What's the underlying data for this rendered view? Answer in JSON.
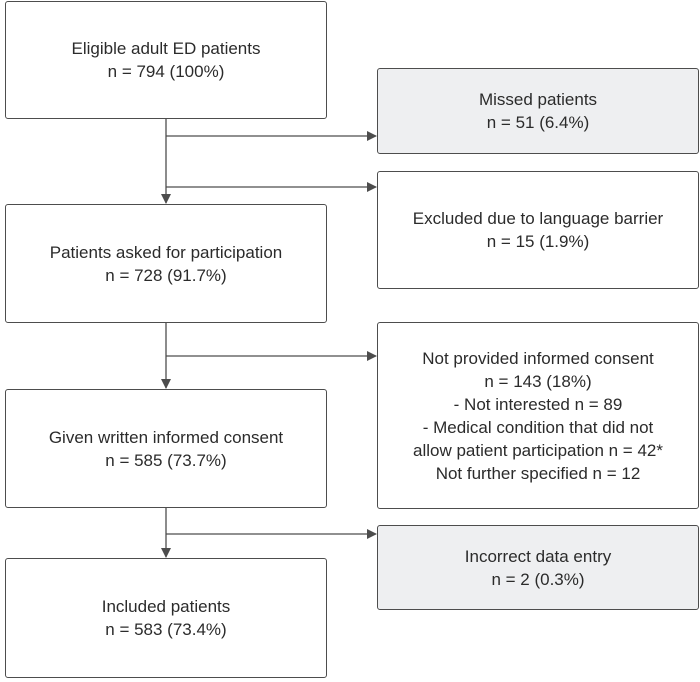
{
  "flow": {
    "main": [
      {
        "title": "Eligible adult ED patients",
        "count": "n = 794 (100%)"
      },
      {
        "title": "Patients asked for participation",
        "count": "n = 728 (91.7%)"
      },
      {
        "title": "Given written informed consent",
        "count": "n = 585 (73.7%)"
      },
      {
        "title": "Included patients",
        "count": "n = 583 (73.4%)"
      }
    ],
    "side": [
      {
        "title": "Missed patients",
        "count": "n = 51 (6.4%)"
      },
      {
        "title": "Excluded due to language barrier",
        "count": "n = 15 (1.9%)"
      },
      {
        "title": "Not provided informed consent",
        "count": "n = 143 (18%)",
        "detail_1": "- Not interested n = 89",
        "detail_2": "- Medical condition that did not",
        "detail_3": "allow patient participation n = 42*",
        "detail_4": "Not further specified n = 12"
      },
      {
        "title": "Incorrect data entry",
        "count": "n = 2 (0.3%)"
      }
    ]
  },
  "colors": {
    "border": "#4d4d4d",
    "side_fill_grey": "#eeeff1",
    "arrow": "#4d4d4d"
  }
}
